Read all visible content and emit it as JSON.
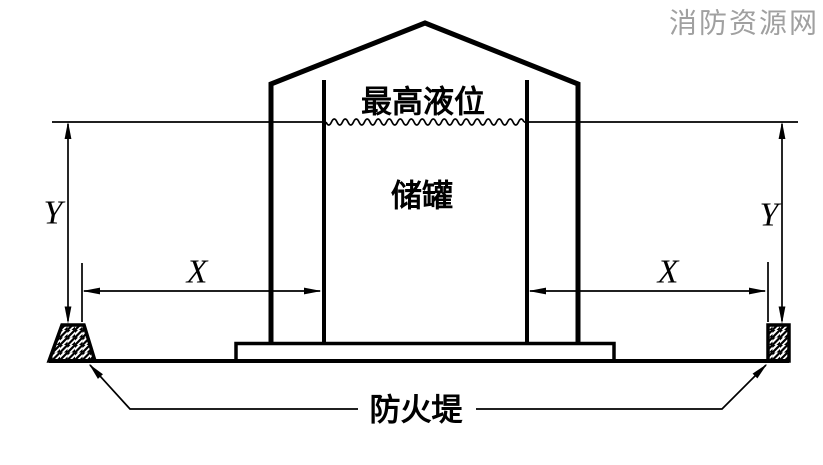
{
  "diagram": {
    "watermark": "消防资源网",
    "labels": {
      "max_liquid_level": "最高液位",
      "tank": "储罐",
      "fire_dike": "防火堤",
      "dim_x": "X",
      "dim_y": "Y"
    },
    "colors": {
      "line": "#000000",
      "watermark": "#a0a0a0",
      "background": "#ffffff"
    }
  }
}
